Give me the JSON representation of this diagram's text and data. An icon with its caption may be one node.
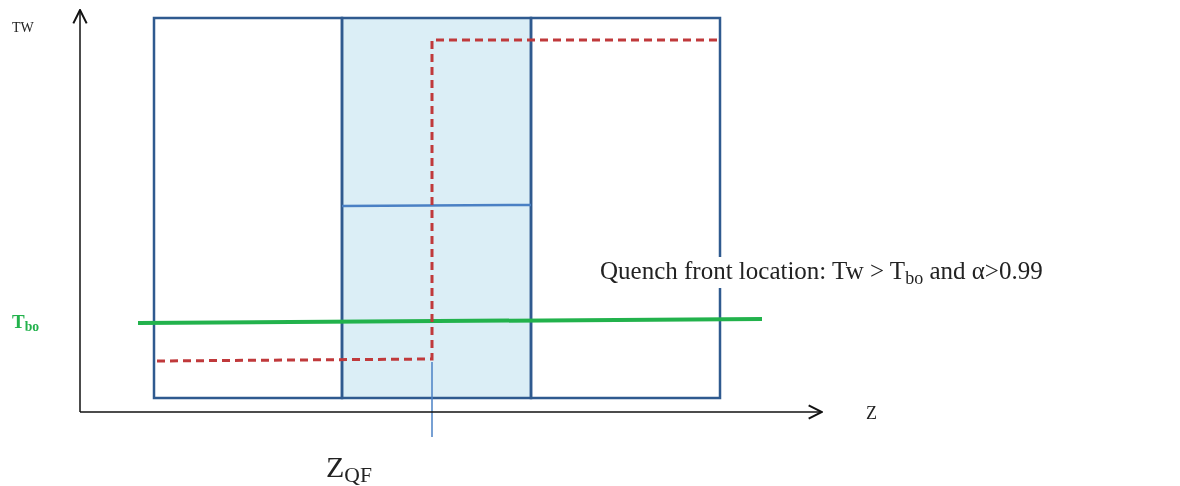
{
  "diagram": {
    "labels": [
      "TW",
      "T$_{bo}$",
      "Quench front location: Tw > T$_{bo}$ and α>0.99",
      "Z",
      "Z$_{QF}$"
    ]
  }
}
